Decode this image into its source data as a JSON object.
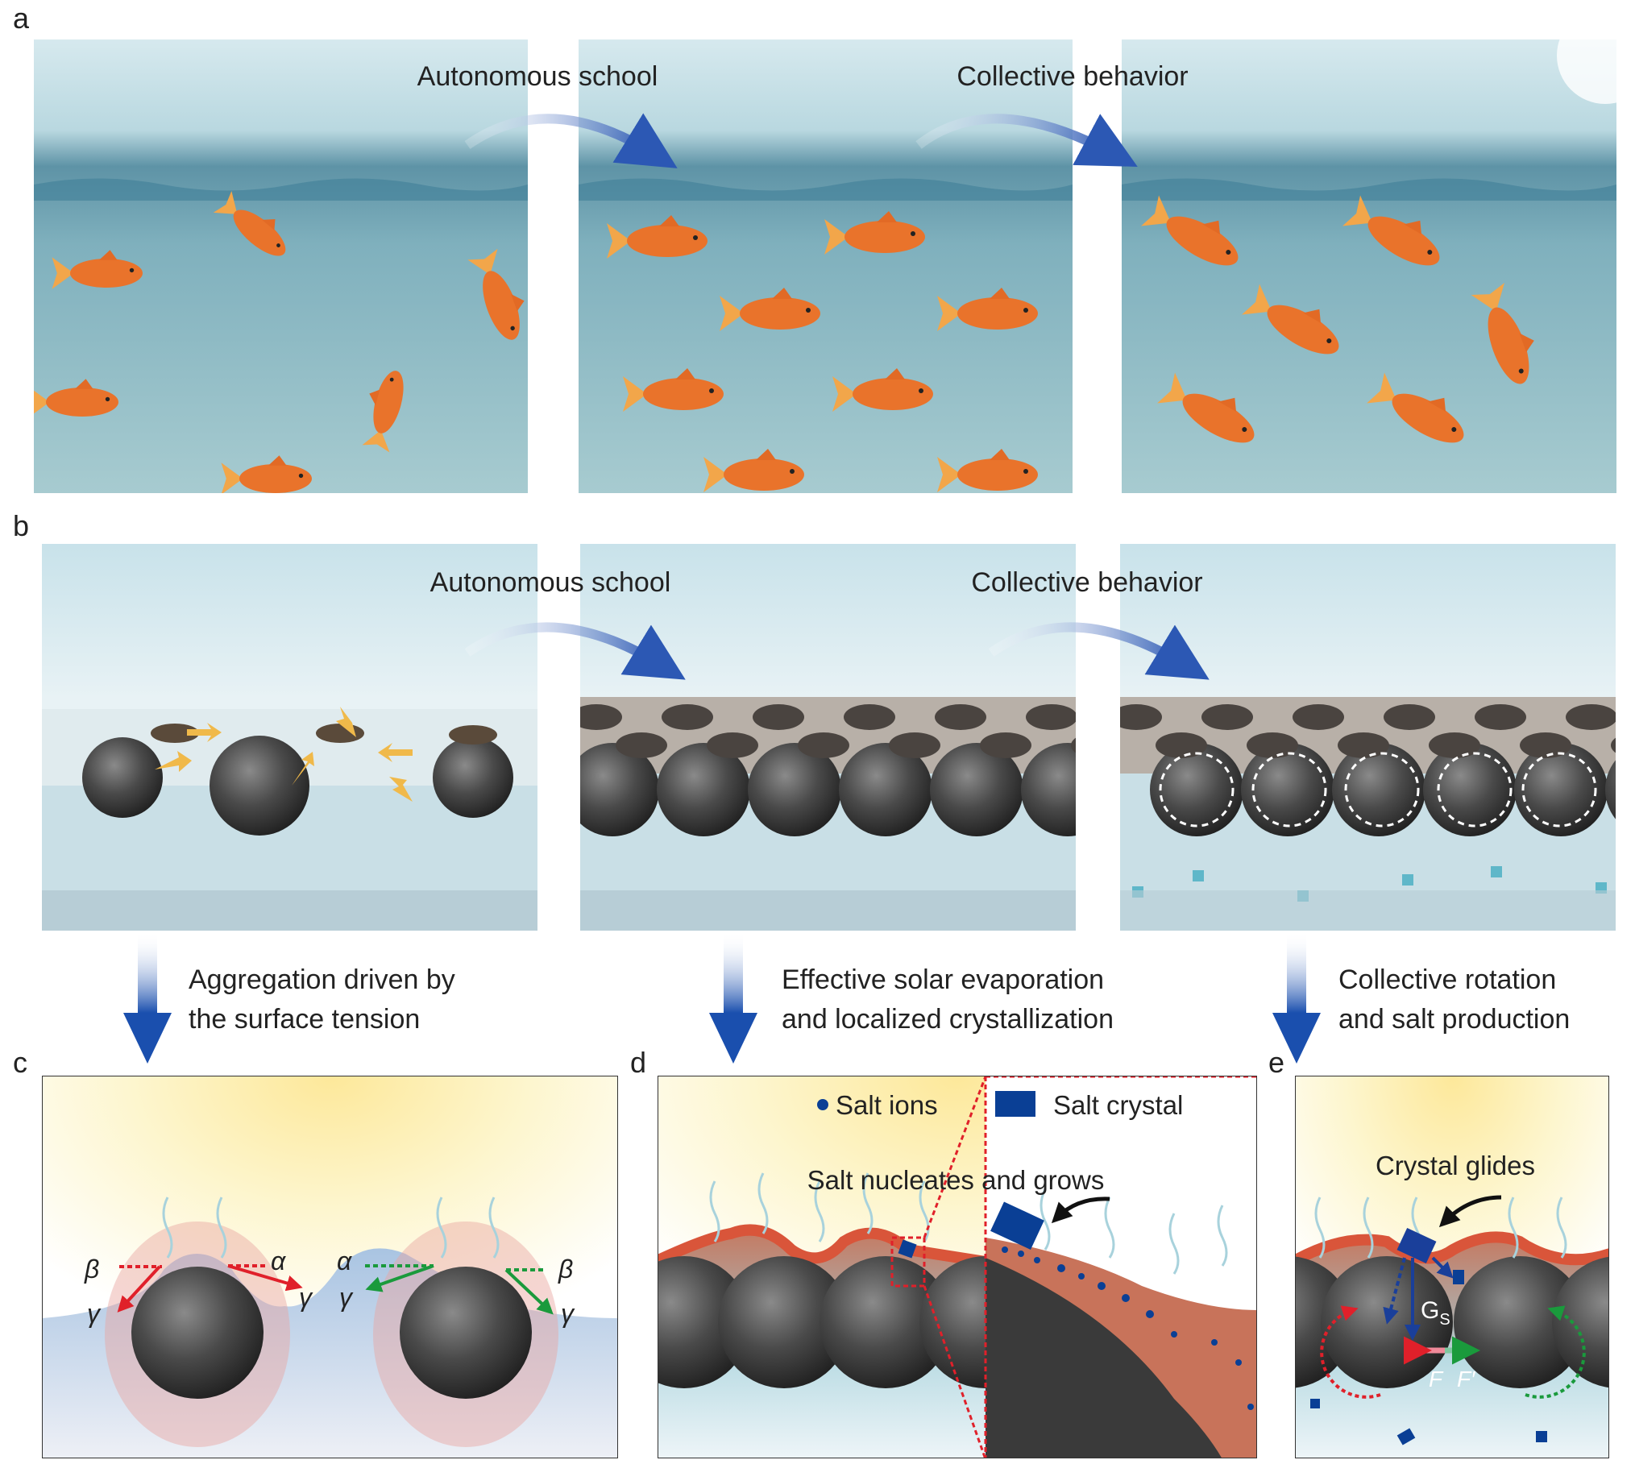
{
  "panel_labels": {
    "a": "a",
    "b": "b",
    "c": "c",
    "d": "d",
    "e": "e"
  },
  "row_a": {
    "arrow1_label": "Autonomous  school",
    "arrow2_label": "Collective behavior"
  },
  "row_b": {
    "arrow1_label": "Autonomous school",
    "arrow2_label": "Collective behavior"
  },
  "captions": {
    "c": [
      "Aggregation driven by",
      "the surface tension"
    ],
    "d": [
      "Effective solar evaporation",
      "and localized crystallization"
    ],
    "e": [
      "Collective rotation",
      "and salt production"
    ]
  },
  "panel_c": {
    "alpha": "α",
    "beta": "β",
    "gamma": "γ"
  },
  "panel_d": {
    "legend_ions": "Salt ions",
    "legend_crystal": "Salt crystal",
    "annotation": "Salt nucleates and grows"
  },
  "panel_e": {
    "annotation": "Crystal glides",
    "gs": "G",
    "gs_sub": "S",
    "f": "F",
    "f_prime": "F′"
  },
  "colors": {
    "arrow_blue": "#1f4fa8",
    "salt_blue": "#0a3f95",
    "liquid_red": "#d9553a",
    "sphere": "#3a3a3a",
    "force_red": "#e0202a",
    "force_green": "#1a9a3c"
  }
}
